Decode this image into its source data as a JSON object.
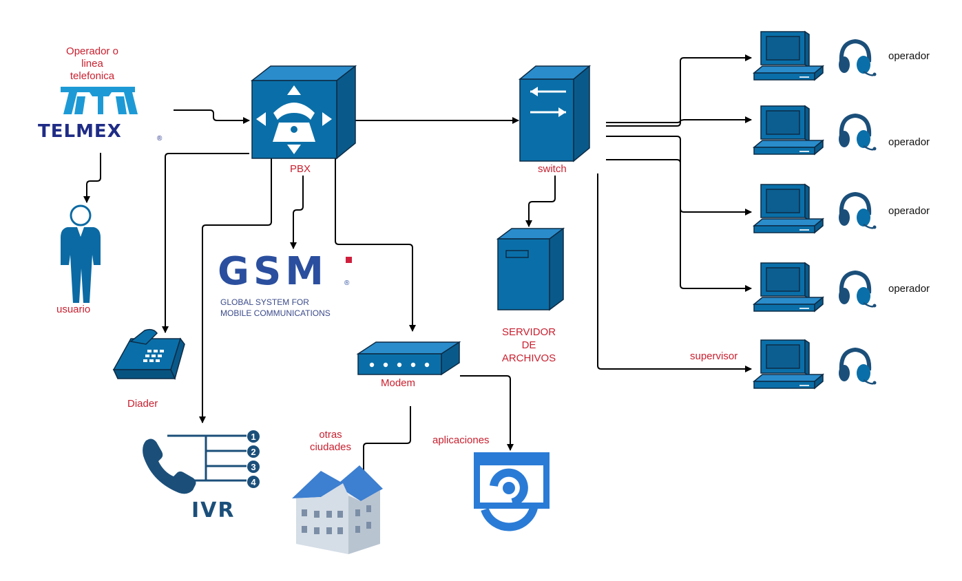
{
  "labels": {
    "telmex_caption": "Operador o\nlinea\ntelefonica",
    "telmex_logo": "TELMEX",
    "telmex_reg": "®",
    "usuario": "usuario",
    "pbx": "PBX",
    "gsm_logo": "GSM",
    "gsm_subtitle": "GLOBAL SYSTEM FOR\nMOBILE COMMUNICATIONS",
    "gsm_reg": "®",
    "diader": "Diader",
    "ivr": "IVR",
    "modem": "Modem",
    "otras_ciudades": "otras\nciudades",
    "aplicaciones": "aplicaciones",
    "switch": "switch",
    "servidor": "SERVIDOR\nDE\nARCHIVOS",
    "supervisor": "supervisor",
    "operadores": [
      "operador",
      "operador",
      "operador",
      "operador"
    ]
  },
  "ivr_options": [
    "1",
    "2",
    "3",
    "4"
  ],
  "colors": {
    "label_red": "#c8202f",
    "device_blue": "#0a6fa8",
    "telmex_blue": "#1f2c86"
  }
}
